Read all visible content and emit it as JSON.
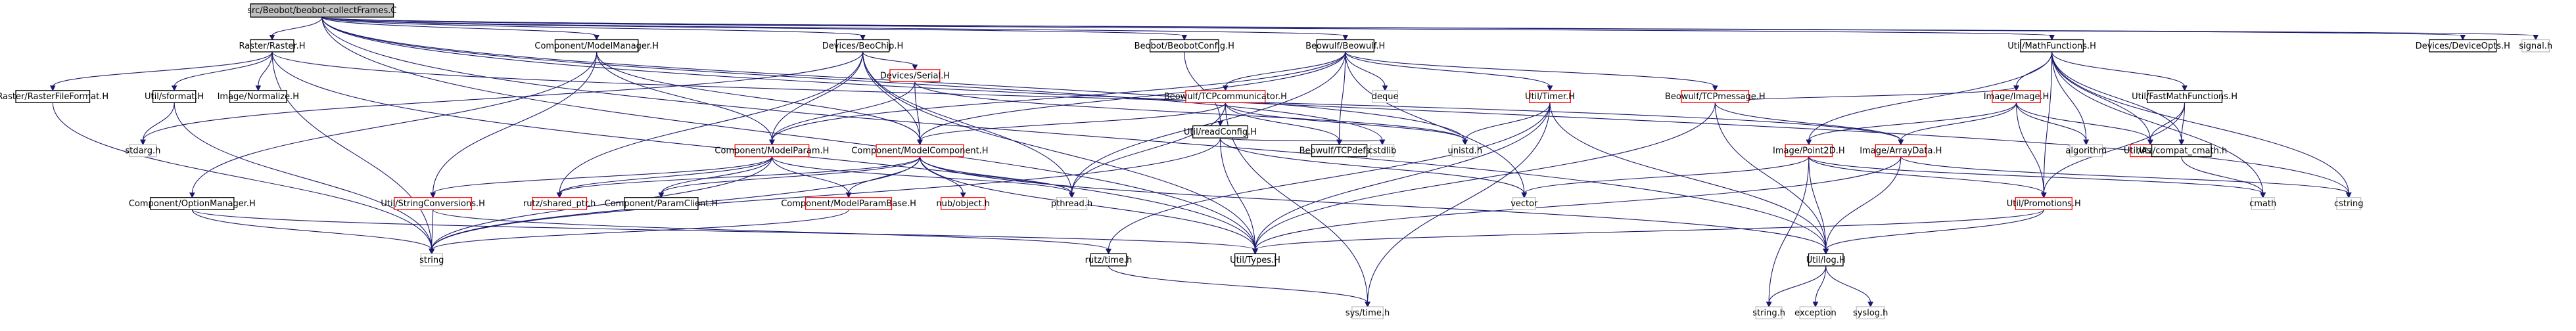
{
  "graph": {
    "root": "root",
    "nodes": [
      {
        "id": "root",
        "label": "src/Beobot/beobot-collectFrames.C",
        "kind": "root"
      },
      {
        "id": "raster",
        "label": "Raster/Raster.H",
        "kind": "doc"
      },
      {
        "id": "modelmanager",
        "label": "Component/ModelManager.H",
        "kind": "doc"
      },
      {
        "id": "beochip",
        "label": "Devices/BeoChip.H",
        "kind": "doc"
      },
      {
        "id": "beobotconfig",
        "label": "Beobot/BeobotConfig.H",
        "kind": "doc"
      },
      {
        "id": "beowulf",
        "label": "Beowulf/Beowulf.H",
        "kind": "doc"
      },
      {
        "id": "mathfunctions",
        "label": "Util/MathFunctions.H",
        "kind": "doc"
      },
      {
        "id": "deviceopts",
        "label": "Devices/DeviceOpts.H",
        "kind": "doc"
      },
      {
        "id": "signalh",
        "label": "signal.h",
        "kind": "sys"
      },
      {
        "id": "rasterfileformat",
        "label": "Raster/RasterFileFormat.H",
        "kind": "doc"
      },
      {
        "id": "sformat",
        "label": "Util/sformat.H",
        "kind": "doc"
      },
      {
        "id": "normalize",
        "label": "Image/Normalize.H",
        "kind": "doc"
      },
      {
        "id": "optionmanager",
        "label": "Component/OptionManager.H",
        "kind": "doc"
      },
      {
        "id": "stdargh",
        "label": "stdarg.h",
        "kind": "sys"
      },
      {
        "id": "serial",
        "label": "Devices/Serial.H",
        "kind": "doc_red"
      },
      {
        "id": "modelparam",
        "label": "Component/ModelParam.H",
        "kind": "doc_red"
      },
      {
        "id": "modelcomponent",
        "label": "Component/ModelComponent.H",
        "kind": "doc_red"
      },
      {
        "id": "stringconv",
        "label": "Util/StringConversions.H",
        "kind": "doc_red"
      },
      {
        "id": "sharedptr",
        "label": "rutz/shared_ptr.h",
        "kind": "doc_red"
      },
      {
        "id": "paramclient",
        "label": "Component/ParamClient.H",
        "kind": "doc"
      },
      {
        "id": "modelparambase",
        "label": "Component/ModelParamBase.H",
        "kind": "doc_red"
      },
      {
        "id": "nubobject",
        "label": "nub/object.h",
        "kind": "doc_red"
      },
      {
        "id": "readconfig",
        "label": "Util/readConfig.H",
        "kind": "doc"
      },
      {
        "id": "tcpcomm",
        "label": "Beowulf/TCPcommunicator.H",
        "kind": "doc_red"
      },
      {
        "id": "tcpdefs",
        "label": "Beowulf/TCPdefs.H",
        "kind": "doc"
      },
      {
        "id": "deque",
        "label": "deque",
        "kind": "sys"
      },
      {
        "id": "timer",
        "label": "Util/Timer.H",
        "kind": "doc_red"
      },
      {
        "id": "tcpmessage",
        "label": "Beowulf/TCPmessage.H",
        "kind": "doc_red"
      },
      {
        "id": "unistd",
        "label": "unistd.h",
        "kind": "sys"
      },
      {
        "id": "pthread",
        "label": "pthread.h",
        "kind": "sys"
      },
      {
        "id": "cstdlib",
        "label": "cstdlib",
        "kind": "sys"
      },
      {
        "id": "vector",
        "label": "vector",
        "kind": "sys"
      },
      {
        "id": "image",
        "label": "Image/Image.H",
        "kind": "doc_red"
      },
      {
        "id": "fastmath",
        "label": "Util/FastMathFunctions.H",
        "kind": "doc"
      },
      {
        "id": "point2d",
        "label": "Image/Point2D.H",
        "kind": "doc_red"
      },
      {
        "id": "arraydata",
        "label": "Image/ArrayData.H",
        "kind": "doc_red"
      },
      {
        "id": "algorithm",
        "label": "algorithm",
        "kind": "sys"
      },
      {
        "id": "assert",
        "label": "Util/Assert.H",
        "kind": "doc_red"
      },
      {
        "id": "compatcmath",
        "label": "rutz/compat_cmath.h",
        "kind": "doc"
      },
      {
        "id": "cmath",
        "label": "cmath",
        "kind": "sys"
      },
      {
        "id": "cstring",
        "label": "cstring",
        "kind": "sys"
      },
      {
        "id": "promotions",
        "label": "Util/Promotions.H",
        "kind": "doc_red"
      },
      {
        "id": "string",
        "label": "string",
        "kind": "sys"
      },
      {
        "id": "rutztime",
        "label": "rutz/time.h",
        "kind": "doc"
      },
      {
        "id": "types",
        "label": "Util/Types.H",
        "kind": "doc"
      },
      {
        "id": "logh",
        "label": "Util/log.H",
        "kind": "doc"
      },
      {
        "id": "systime",
        "label": "sys/time.h",
        "kind": "sys"
      },
      {
        "id": "stringh",
        "label": "string.h",
        "kind": "sys"
      },
      {
        "id": "exception",
        "label": "exception",
        "kind": "sys"
      },
      {
        "id": "syslog",
        "label": "syslog.h",
        "kind": "sys"
      }
    ],
    "edges": [
      [
        "root",
        "raster"
      ],
      [
        "root",
        "modelmanager"
      ],
      [
        "root",
        "beochip"
      ],
      [
        "root",
        "beobotconfig"
      ],
      [
        "root",
        "beowulf"
      ],
      [
        "root",
        "mathfunctions"
      ],
      [
        "root",
        "deviceopts"
      ],
      [
        "root",
        "signalh"
      ],
      [
        "root",
        "unistd"
      ],
      [
        "root",
        "cstdlib"
      ],
      [
        "root",
        "types"
      ],
      [
        "root",
        "logh"
      ],
      [
        "root",
        "cstring"
      ],
      [
        "raster",
        "rasterfileformat"
      ],
      [
        "raster",
        "sformat"
      ],
      [
        "raster",
        "normalize"
      ],
      [
        "raster",
        "string"
      ],
      [
        "raster",
        "arraydata"
      ],
      [
        "raster",
        "types"
      ],
      [
        "rasterfileformat",
        "string"
      ],
      [
        "sformat",
        "stdargh"
      ],
      [
        "sformat",
        "string"
      ],
      [
        "modelmanager",
        "optionmanager"
      ],
      [
        "modelmanager",
        "modelcomponent"
      ],
      [
        "modelmanager",
        "modelparam"
      ],
      [
        "modelmanager",
        "stringconv"
      ],
      [
        "optionmanager",
        "string"
      ],
      [
        "optionmanager",
        "types"
      ],
      [
        "beochip",
        "serial"
      ],
      [
        "beochip",
        "modelparam"
      ],
      [
        "beochip",
        "modelcomponent"
      ],
      [
        "beochip",
        "pthread"
      ],
      [
        "beochip",
        "stdargh"
      ],
      [
        "beochip",
        "sharedptr"
      ],
      [
        "beochip",
        "types"
      ],
      [
        "serial",
        "modelparam"
      ],
      [
        "serial",
        "modelcomponent"
      ],
      [
        "serial",
        "unistd"
      ],
      [
        "beobotconfig",
        "readconfig"
      ],
      [
        "readconfig",
        "cstdlib"
      ],
      [
        "readconfig",
        "string"
      ],
      [
        "readconfig",
        "vector"
      ],
      [
        "readconfig",
        "types"
      ],
      [
        "beowulf",
        "modelcomponent"
      ],
      [
        "beowulf",
        "modelparam"
      ],
      [
        "beowulf",
        "tcpcomm"
      ],
      [
        "beowulf",
        "tcpdefs"
      ],
      [
        "beowulf",
        "deque"
      ],
      [
        "beowulf",
        "vector"
      ],
      [
        "beowulf",
        "timer"
      ],
      [
        "beowulf",
        "tcpmessage"
      ],
      [
        "beowulf",
        "pthread"
      ],
      [
        "tcpcomm",
        "modelcomponent"
      ],
      [
        "tcpcomm",
        "tcpdefs"
      ],
      [
        "tcpcomm",
        "unistd"
      ],
      [
        "tcpcomm",
        "pthread"
      ],
      [
        "tcpcomm",
        "systime"
      ],
      [
        "timer",
        "unistd"
      ],
      [
        "timer",
        "types"
      ],
      [
        "timer",
        "rutztime"
      ],
      [
        "timer",
        "systime"
      ],
      [
        "timer",
        "logh"
      ],
      [
        "tcpmessage",
        "image"
      ],
      [
        "tcpmessage",
        "arraydata"
      ],
      [
        "tcpmessage",
        "logh"
      ],
      [
        "tcpmessage",
        "types"
      ],
      [
        "modelparam",
        "modelparambase"
      ],
      [
        "modelparam",
        "stringconv"
      ],
      [
        "modelparam",
        "sharedptr"
      ],
      [
        "modelparam",
        "paramclient"
      ],
      [
        "modelparam",
        "pthread"
      ],
      [
        "modelparam",
        "string"
      ],
      [
        "modelcomponent",
        "modelparambase"
      ],
      [
        "modelcomponent",
        "nubobject"
      ],
      [
        "modelcomponent",
        "paramclient"
      ],
      [
        "modelcomponent",
        "sharedptr"
      ],
      [
        "modelcomponent",
        "pthread"
      ],
      [
        "modelcomponent",
        "string"
      ],
      [
        "modelcomponent",
        "types"
      ],
      [
        "modelcomponent",
        "logh"
      ],
      [
        "stringconv",
        "string"
      ],
      [
        "stringconv",
        "rutztime"
      ],
      [
        "modelparambase",
        "string"
      ],
      [
        "mathfunctions",
        "image"
      ],
      [
        "mathfunctions",
        "point2d"
      ],
      [
        "mathfunctions",
        "algorithm"
      ],
      [
        "mathfunctions",
        "assert"
      ],
      [
        "mathfunctions",
        "fastmath"
      ],
      [
        "mathfunctions",
        "compatcmath"
      ],
      [
        "mathfunctions",
        "cmath"
      ],
      [
        "mathfunctions",
        "promotions"
      ],
      [
        "mathfunctions",
        "cstring"
      ],
      [
        "image",
        "point2d"
      ],
      [
        "image",
        "arraydata"
      ],
      [
        "image",
        "algorithm"
      ],
      [
        "image",
        "assert"
      ],
      [
        "image",
        "promotions"
      ],
      [
        "fastmath",
        "assert"
      ],
      [
        "fastmath",
        "compatcmath"
      ],
      [
        "fastmath",
        "promotions"
      ],
      [
        "compatcmath",
        "cmath"
      ],
      [
        "point2d",
        "promotions"
      ],
      [
        "point2d",
        "vector"
      ],
      [
        "point2d",
        "logh"
      ],
      [
        "point2d",
        "stringh"
      ],
      [
        "point2d",
        "cmath"
      ],
      [
        "arraydata",
        "logh"
      ],
      [
        "arraydata",
        "cstring"
      ],
      [
        "arraydata",
        "types"
      ],
      [
        "promotions",
        "types"
      ],
      [
        "promotions",
        "logh"
      ],
      [
        "rutztime",
        "systime"
      ],
      [
        "logh",
        "stringh"
      ],
      [
        "logh",
        "exception"
      ],
      [
        "logh",
        "syslog"
      ]
    ]
  },
  "colors": {
    "root_fill": "#bfbfbf",
    "node_fill": "#ffffff",
    "doc_border": "#000000",
    "undocumented_border": "#ff0000",
    "system_border": "#bfbfbf",
    "edge": "#191970"
  }
}
